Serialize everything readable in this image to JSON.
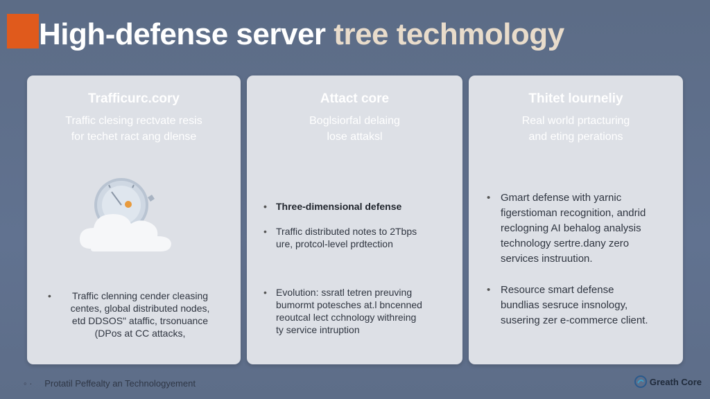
{
  "header": {
    "title_main": "High-defense server",
    "title_accent": "tree techmology"
  },
  "cards": [
    {
      "title": "Trafficurc.cory",
      "subtitle_lines": [
        "Traffic clesing rectvate resis",
        "for techet ract ang dlense"
      ],
      "bullets": [
        {
          "lines": [
            "Traffic clenning cender cleasing",
            "centes, global distributed nodes,",
            "etd DDSOS\" ataffic, trsonuance",
            "(DPos at CC attacks,"
          ]
        }
      ]
    },
    {
      "title": "Attact core",
      "subtitle_lines": [
        "Boglsiorfal delaing",
        "lose attaksl"
      ],
      "bullets": [
        {
          "lines": [
            "Three-dimensional defense"
          ]
        },
        {
          "lines": [
            "Traffic distributed notes to 2Tbps",
            "ure, protcol-level prdtection"
          ]
        },
        {
          "lines": [
            "Evolution: ssratl tetren preuving",
            "bumormt potesches at.l bncenned",
            "reoutcal lect cchnology withreing",
            "ty service intruption"
          ]
        }
      ]
    },
    {
      "title": "Thitet lourneliy",
      "subtitle_lines": [
        "Real world prtacturing",
        "and eting perations"
      ],
      "bullets": [
        {
          "lines": [
            "Gmart defense with yarnic",
            "figerstioman recognition, andrid",
            "reclogning AI behalog analysis",
            "technology sertre.dany zero",
            "services instruution."
          ]
        },
        {
          "lines": [
            "Resource smart defense",
            "bundlias sesruce insnology,",
            "susering zer e-commerce client."
          ]
        }
      ]
    }
  ],
  "footer": {
    "bullet_glyph": "◦ ·",
    "text": "Protatil Peffealty an Technologyement",
    "brand": "Greath Core"
  },
  "colors": {
    "background": "#5f6f88",
    "accent": "#e05a1c",
    "card": "#dde0e6"
  }
}
